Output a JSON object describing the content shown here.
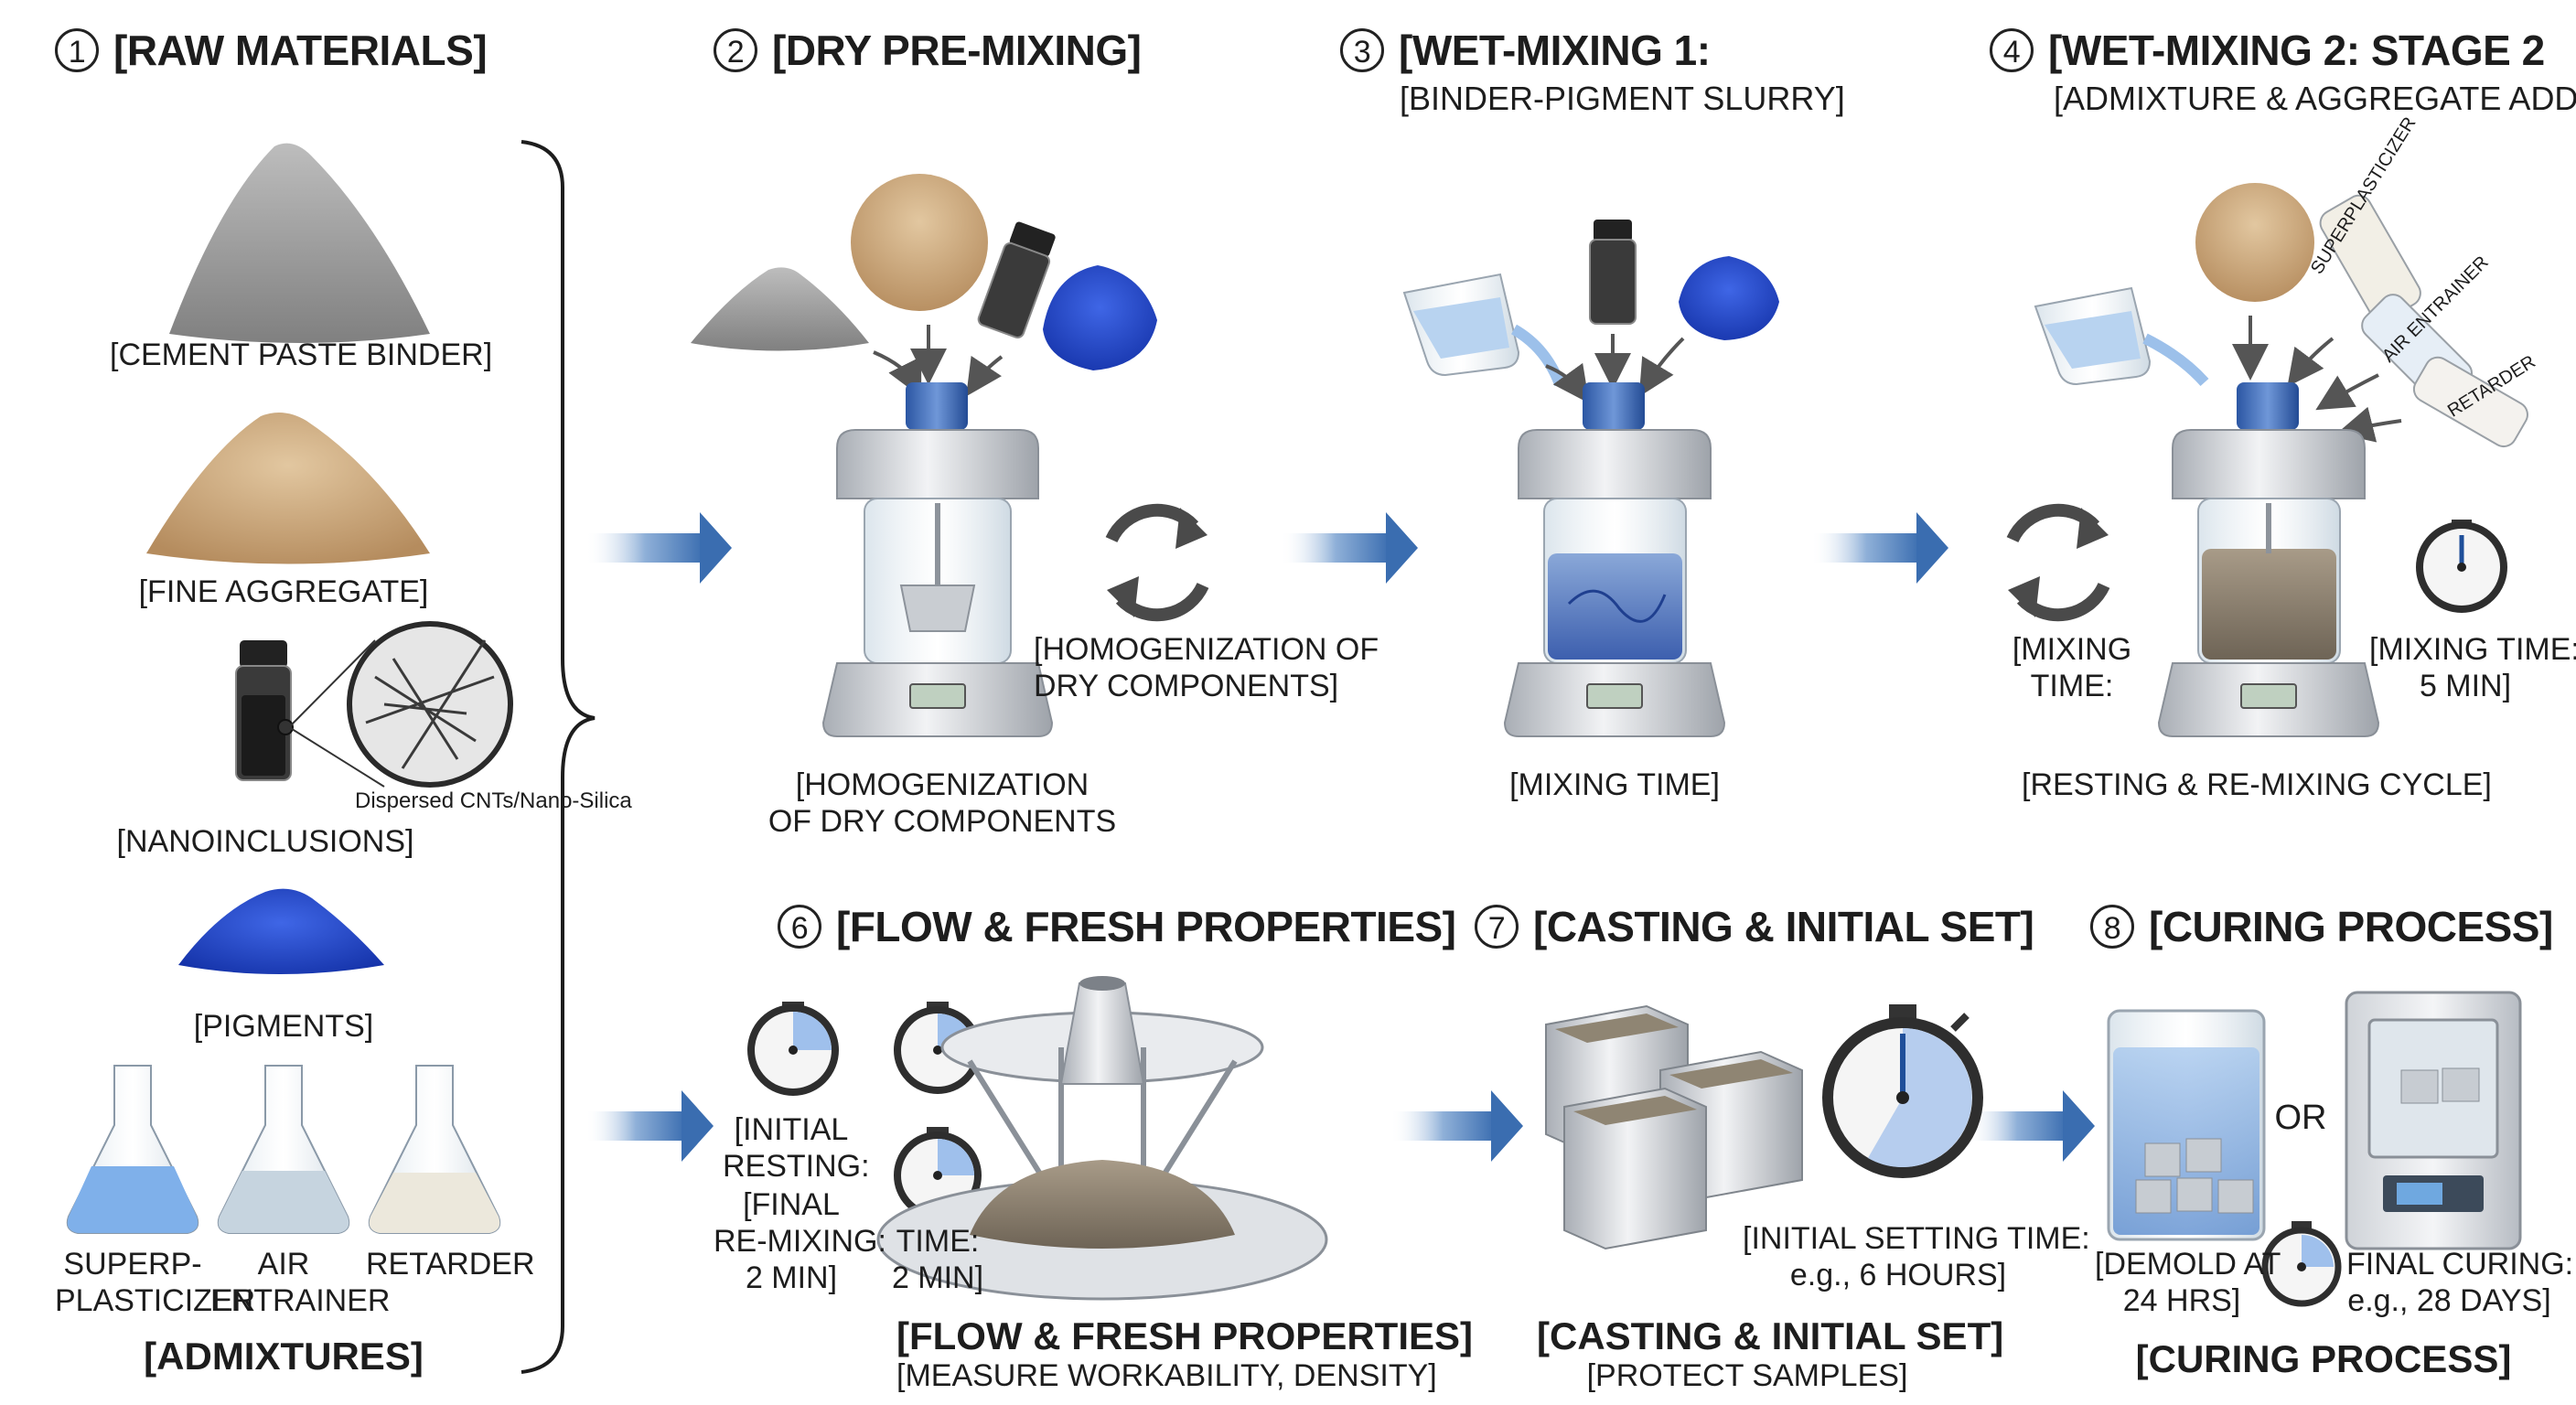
{
  "steps": {
    "s1": {
      "num": "1",
      "title": "[RAW MATERIALS]"
    },
    "s2": {
      "num": "2",
      "title": "[DRY PRE-MIXING]"
    },
    "s3": {
      "num": "3",
      "title": "[WET-MIXING 1:",
      "subtitle": "[BINDER-PIGMENT SLURRY]"
    },
    "s4": {
      "num": "4",
      "title": "[WET-MIXING 2: STAGE 2",
      "subtitle": "[ADMIXTURE & AGGREGATE ADDITION]"
    },
    "s6": {
      "num": "6",
      "title": "[FLOW & FRESH PROPERTIES]"
    },
    "s7": {
      "num": "7",
      "title": "[CASTING & INITIAL SET]"
    },
    "s8": {
      "num": "8",
      "title": "[CURING PROCESS]"
    }
  },
  "raw": {
    "cement": "[CEMENT PASTE BINDER]",
    "aggregate": "[FINE AGGREGATE]",
    "nano": "[NANOINCLUSIONS]",
    "nano_callout": "Dispersed CNTs/Nano-Silica",
    "pigments": "[PIGMENTS]",
    "admix1_a": "SUPERP-",
    "admix1_b": "PLASTICIZER",
    "admix2_a": "AIR",
    "admix2_b": "ENTRAINER",
    "admix3": "RETARDER",
    "admixtures": "[ADMIXTURES]"
  },
  "dry": {
    "side_a": "[HOMOGENIZATION OF",
    "side_b": "DRY COMPONENTS]",
    "bottom_a": "[HOMOGENIZATION",
    "bottom_b": "OF DRY COMPONENTS"
  },
  "wet1": {
    "bottom": "[MIXING TIME]"
  },
  "wet2": {
    "left_a": "[MIXING",
    "left_b": "TIME:",
    "right_a": "[MIXING TIME:",
    "right_b": "5 MIN]",
    "bottom": "[RESTING & RE-MIXING CYCLE]",
    "bottle1": "SUPERPLASTICIZER",
    "bottle2": "AIR ENTRAINER",
    "bottle3": "RETARDER"
  },
  "flow": {
    "t1a": "[INITIAL",
    "t1b": "RESTING:",
    "t2a": "[FINAL",
    "t2b": "RE-MIXING:",
    "t2c": "2 MIN]",
    "t3a": "TIME:",
    "t3b": "2 MIN]",
    "bottom_bold": "[FLOW & FRESH PROPERTIES]",
    "bottom_sub": "[MEASURE WORKABILITY, DENSITY]"
  },
  "cast": {
    "set_a": "[INITIAL SETTING TIME:",
    "set_b": "e.g., 6 HOURS]",
    "bottom_bold": "[CASTING & INITIAL SET]",
    "bottom_sub": "[PROTECT SAMPLES]"
  },
  "cure": {
    "or": "OR",
    "demold_a": "[DEMOLD AT",
    "demold_b": "24 HRS]",
    "final_a": "FINAL CURING:",
    "final_b": "e.g., 28 DAYS]",
    "bottom_bold": "[CURING PROCESS]"
  },
  "colors": {
    "arrow": "#3f73b3",
    "pigment": "#1f43c6",
    "sand": "#c9a57a",
    "cement": "#9d9d9d",
    "steel": "#c8ccd1"
  }
}
